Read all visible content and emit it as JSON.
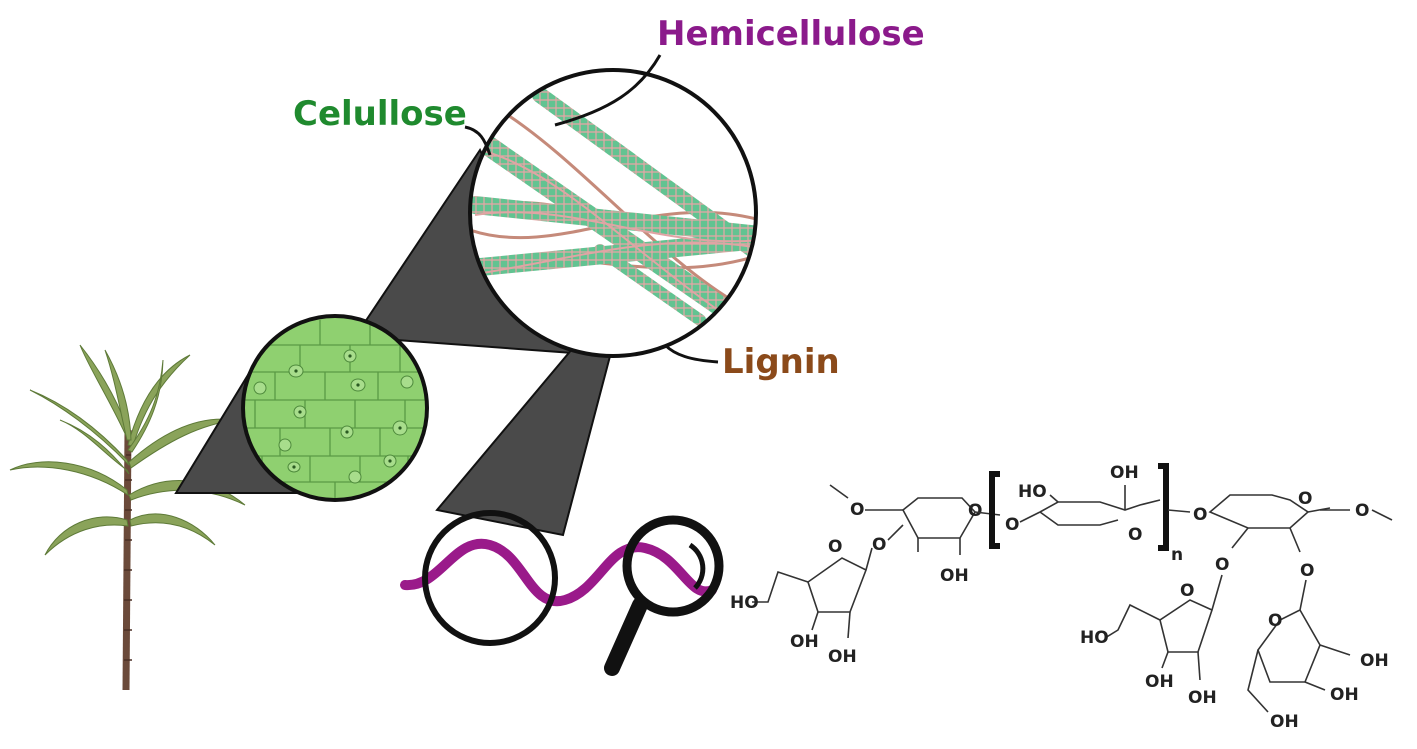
{
  "labels": {
    "cellulose": "Celullose",
    "hemicellulose": "Hemicellulose",
    "lignin": "Lignin"
  },
  "chemistry": {
    "hydroxyl": "OH",
    "hydroxyl_left": "HO",
    "oxygen": "O",
    "repeat_subscript": "n"
  },
  "colors": {
    "cellulose": "#1f8a2e",
    "hemicellulose": "#8b1a8b",
    "lignin": "#8b4a1a",
    "cell_tissue": "#8fd070",
    "zoom_wedge": "#4a4a4a",
    "fiber_green": "#5cc08a",
    "fiber_pink": "#d9a0a0",
    "polymer_wave": "#9a1a8a"
  },
  "icons": [
    "sugarcane-plant",
    "magnifying-glass-icon"
  ]
}
